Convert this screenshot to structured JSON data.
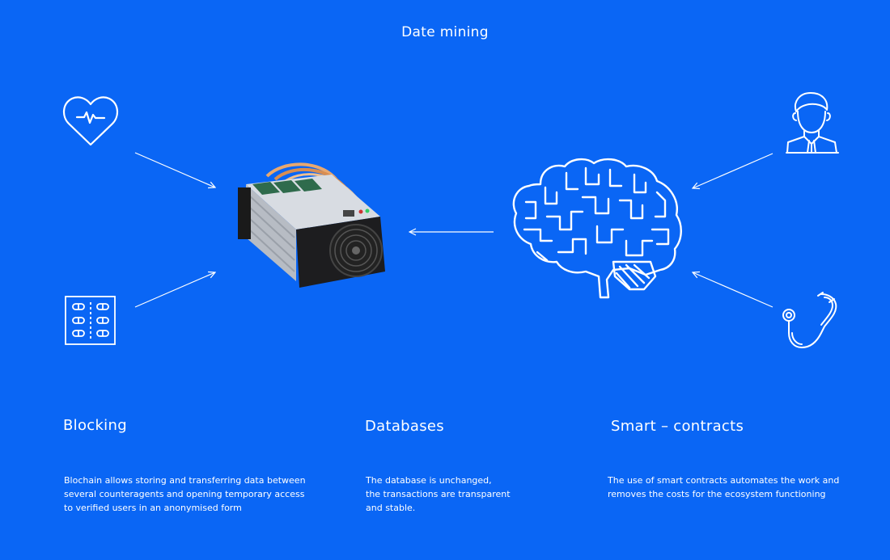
{
  "title": "Date mining",
  "colors": {
    "background": "#0a66f5",
    "foreground": "#ffffff"
  },
  "icons": {
    "health": "heart-pulse-icon",
    "pills": "pills-blister-icon",
    "person": "user-icon",
    "doctor": "stethoscope-icon",
    "miner": "mining-rig-icon",
    "brain": "brain-icon"
  },
  "columns": [
    {
      "heading": "Blocking",
      "text": "Blochain allows storing and transferring data between\nseveral counteragents and opening temporary access\nto verified users in an anonymised form"
    },
    {
      "heading": "Databases",
      "text": "The database is unchanged,\nthe transactions are transparent\nand stable."
    },
    {
      "heading": "Smart – contracts",
      "text": "The use of smart contracts automates the work and\nremoves the costs for the ecosystem functioning"
    }
  ]
}
